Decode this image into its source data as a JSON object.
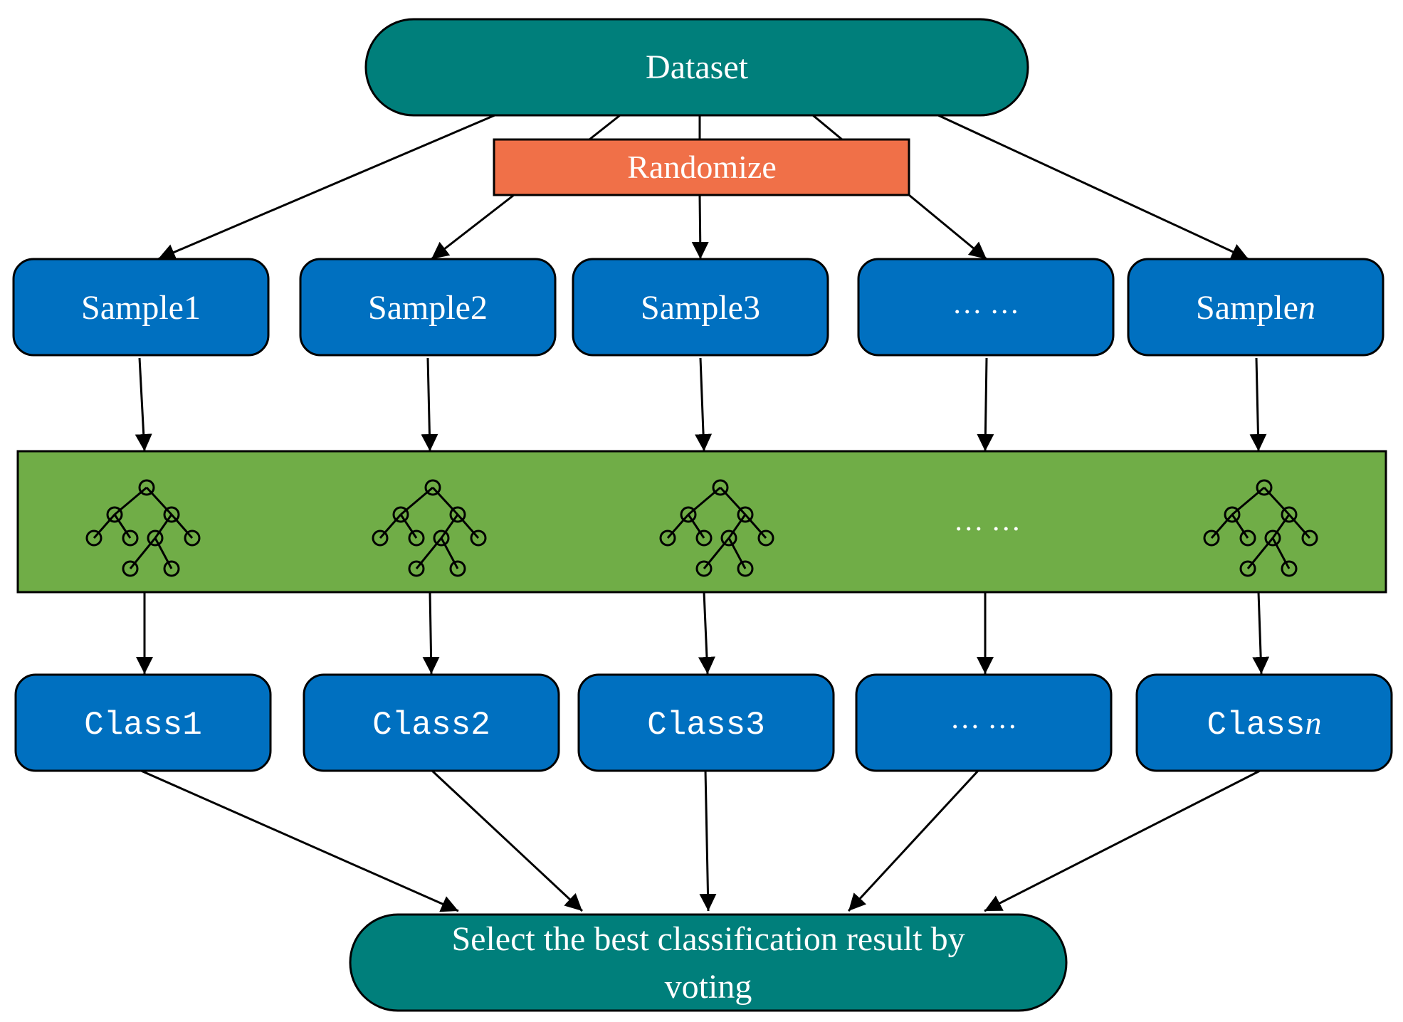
{
  "colors": {
    "teal": "#007f7b",
    "orange": "#f07048",
    "blue": "#0070c0",
    "green": "#70ad47",
    "edge": "#000000"
  },
  "dataset": {
    "label": "Dataset"
  },
  "randomize": {
    "label": "Randomize"
  },
  "samples": [
    {
      "prefix": "Sample1",
      "suffix": ""
    },
    {
      "prefix": "Sample2",
      "suffix": ""
    },
    {
      "prefix": "Sample3",
      "suffix": ""
    },
    {
      "prefix": "… …",
      "suffix": ""
    },
    {
      "prefix": "Sample",
      "suffix": "n"
    }
  ],
  "forest": {
    "ellipsis": "… …",
    "trees": [
      "decision-tree-icon",
      "decision-tree-icon",
      "decision-tree-icon",
      "ellipsis",
      "decision-tree-icon"
    ]
  },
  "classes": [
    {
      "prefix": "Class1",
      "suffix": ""
    },
    {
      "prefix": "Class2",
      "suffix": ""
    },
    {
      "prefix": "Class3",
      "suffix": ""
    },
    {
      "prefix": "… …",
      "suffix": ""
    },
    {
      "prefix": "Class",
      "suffix": "n"
    }
  ],
  "vote": {
    "line1": "Select the best classification result by",
    "line2": "voting"
  }
}
